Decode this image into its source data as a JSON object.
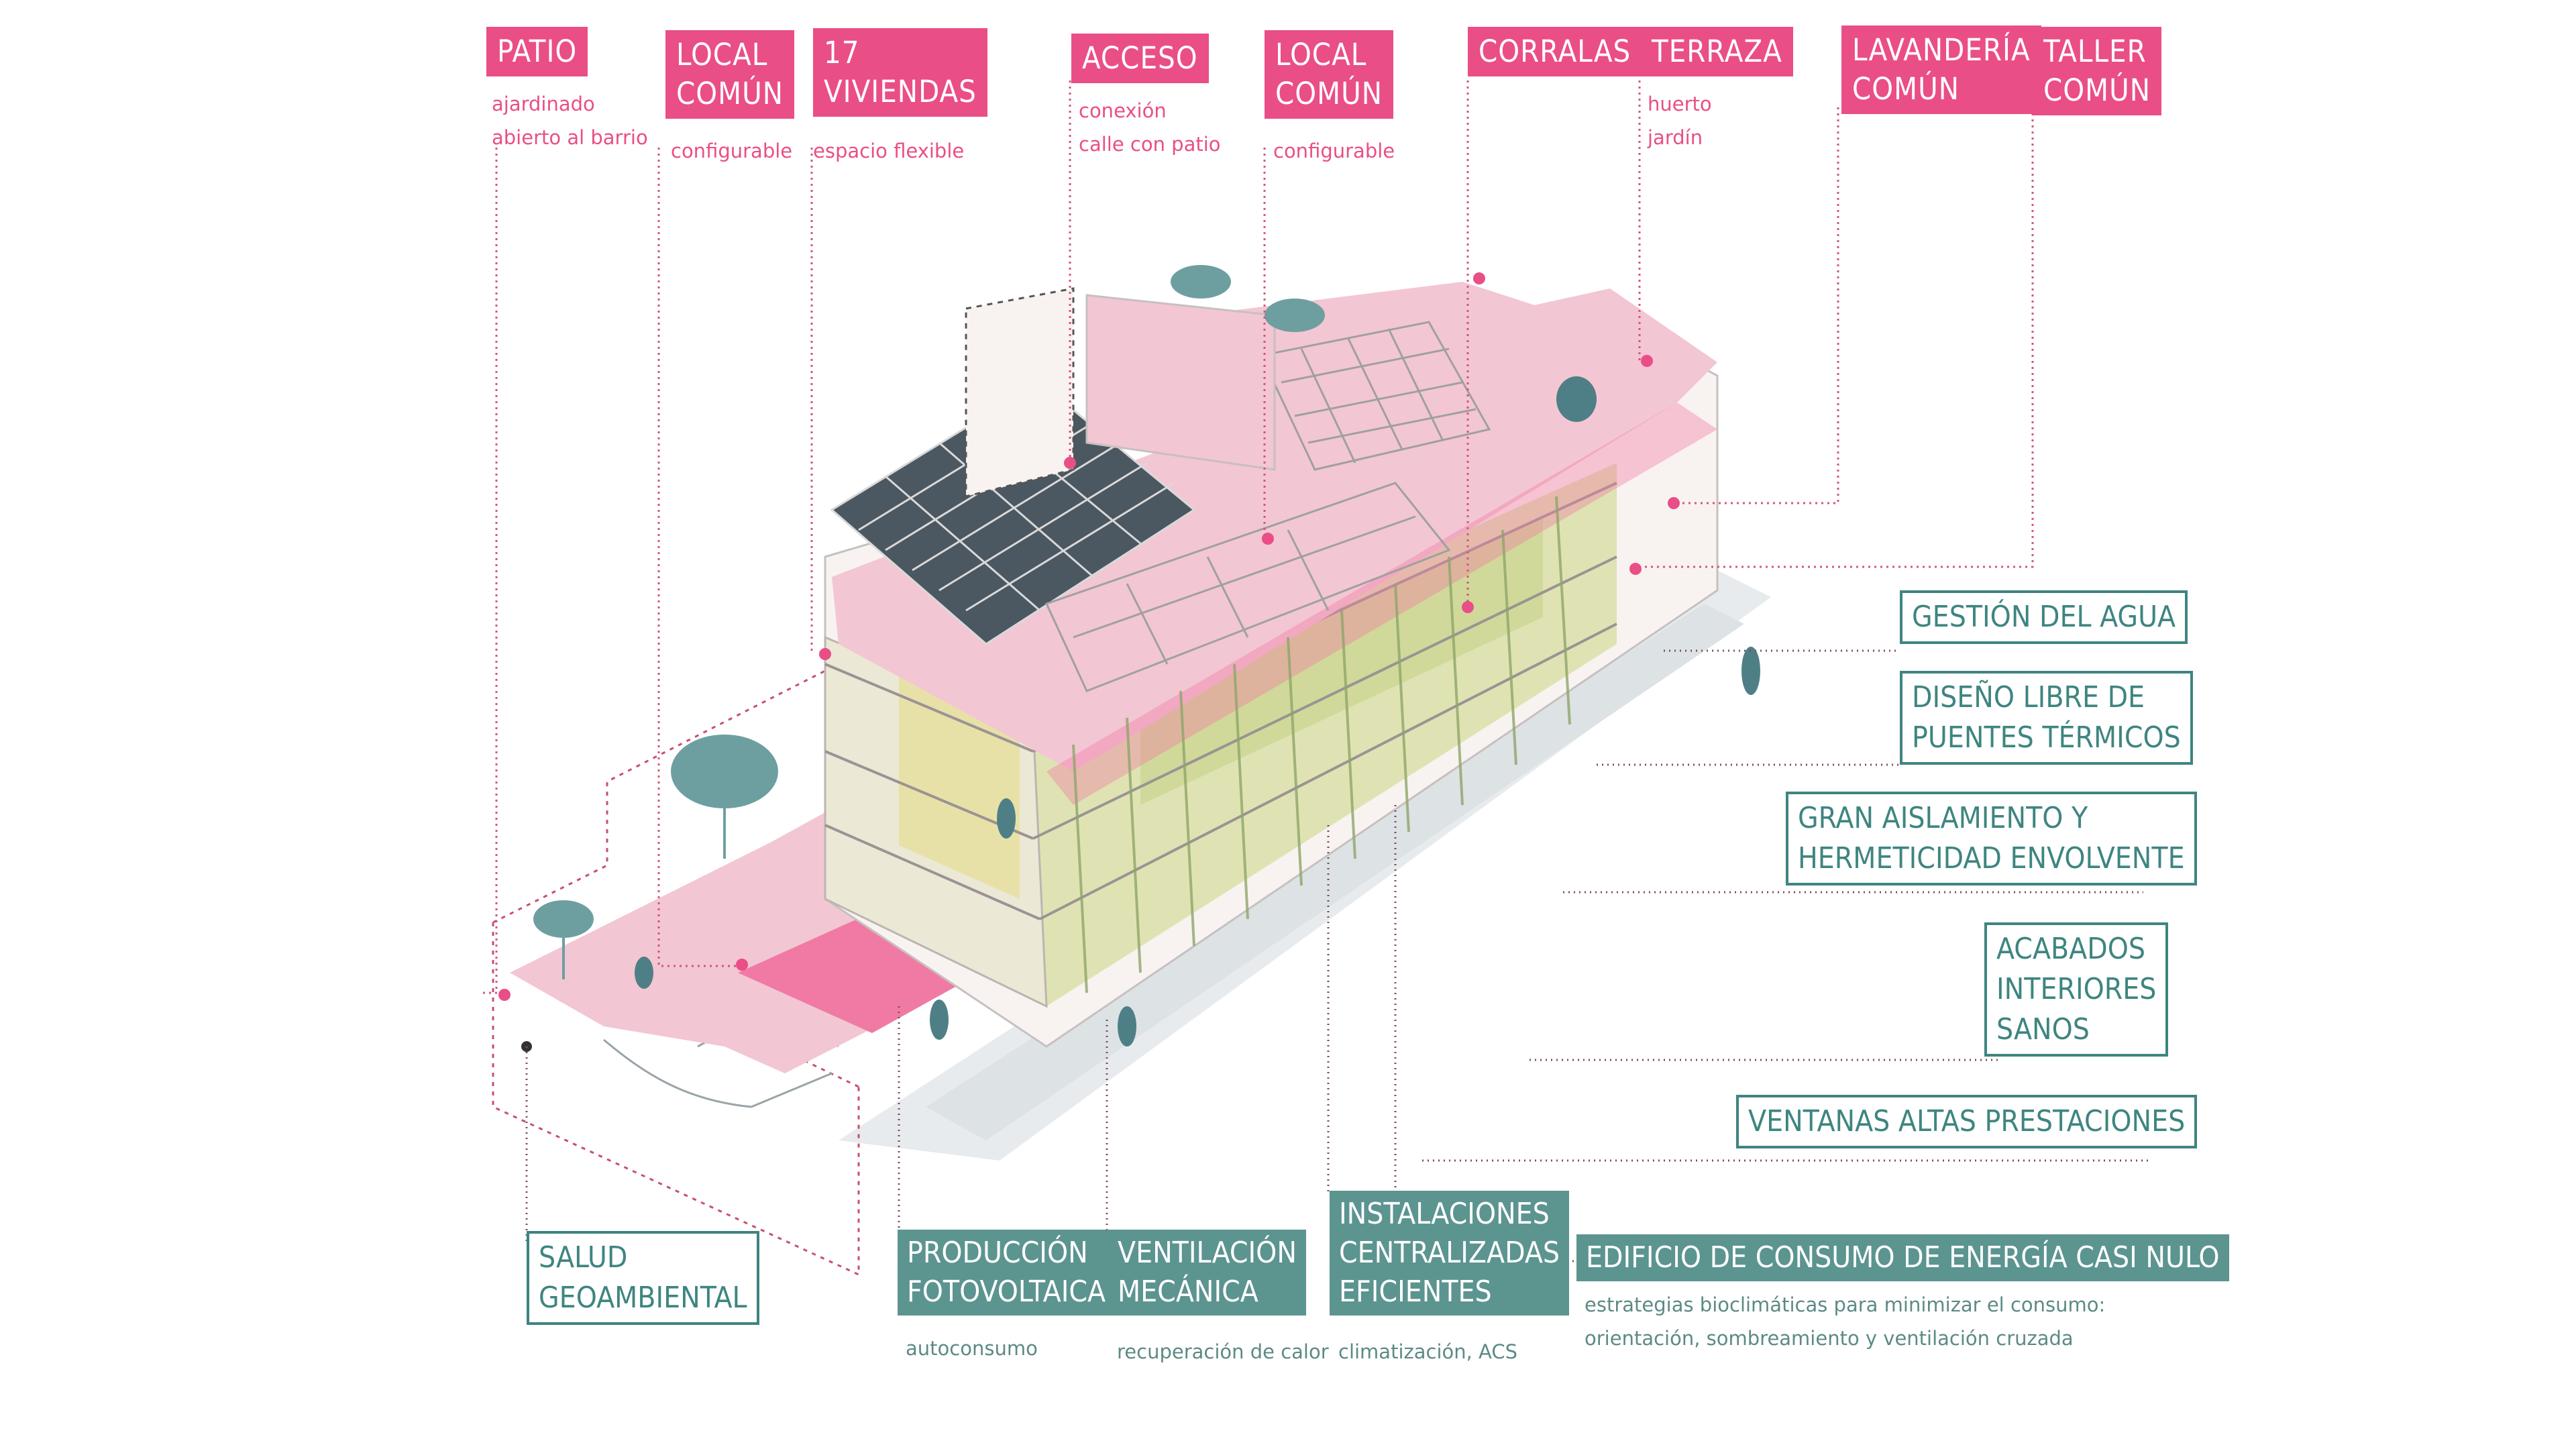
{
  "colors": {
    "pink": "#ea4e86",
    "teal": "#3e8580",
    "teal_fill": "#5c9490",
    "roof_pink": "#f3c6d3",
    "green": "#d8dea0"
  },
  "top_labels": [
    {
      "title": "PATIO",
      "subtitle": "ajardinado\nabierto al barrio"
    },
    {
      "title": "LOCAL\nCOMÚN",
      "subtitle": "configurable"
    },
    {
      "title": "17\nVIVIENDAS",
      "subtitle": "espacio flexible"
    },
    {
      "title": "ACCESO",
      "subtitle": "conexión\ncalle con patio"
    },
    {
      "title": "LOCAL\nCOMÚN",
      "subtitle": "configurable"
    },
    {
      "title": "CORRALAS",
      "subtitle": ""
    },
    {
      "title": "TERRAZA",
      "subtitle": "huerto\njardín"
    },
    {
      "title": "LAVANDERÍA\nCOMÚN",
      "subtitle": ""
    },
    {
      "title": "TALLER\nCOMÚN",
      "subtitle": ""
    }
  ],
  "right_labels": [
    "GESTIÓN DEL AGUA",
    "DISEÑO LIBRE DE\nPUENTES TÉRMICOS",
    "GRAN AISLAMIENTO Y\nHERMETICIDAD ENVOLVENTE",
    "ACABADOS\nINTERIORES\nSANOS",
    "VENTANAS ALTAS PRESTACIONES"
  ],
  "bottom_labels": [
    {
      "title": "SALUD\nGEOAMBIENTAL",
      "subtitle": "",
      "style": "outline"
    },
    {
      "title": "PRODUCCIÓN\nFOTOVOLTAICA",
      "subtitle": "autoconsumo",
      "style": "filled"
    },
    {
      "title": "VENTILACIÓN\nMECÁNICA",
      "subtitle": "recuperación de calor",
      "style": "filled"
    },
    {
      "title": "INSTALACIONES\nCENTRALIZADAS\nEFICIENTES",
      "subtitle": "climatización, ACS",
      "style": "filled"
    },
    {
      "title": "EDIFICIO DE CONSUMO DE ENERGÍA CASI NULO",
      "subtitle": "estrategias bioclimáticas para minimizar el consumo:\norientación, sombreamiento y ventilación cruzada",
      "style": "filled"
    }
  ]
}
